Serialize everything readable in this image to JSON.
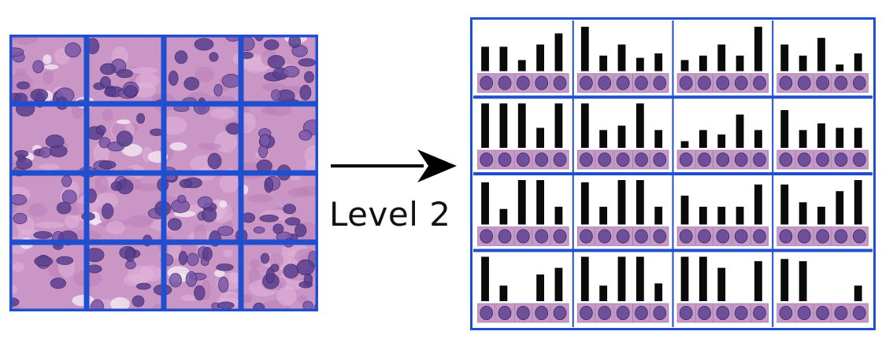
{
  "label": "Level 2",
  "colors": {
    "grid_blue": "#1f4fcf",
    "tissue_base": "#c996c6",
    "nucleus": "#5a3f8f",
    "bar": "#0a0a0a",
    "arrow": "#000000"
  },
  "tissue_grid": {
    "rows": 4,
    "cols": 4
  },
  "histograms": {
    "rows": 4,
    "cols": 4,
    "bins": 5,
    "cells": [
      [
        [
          0.55,
          0.55,
          0.25,
          0.6,
          0.85
        ],
        [
          1.0,
          0.35,
          0.6,
          0.3,
          0.4
        ],
        [
          0.25,
          0.35,
          0.6,
          0.35,
          1.0
        ],
        [
          0.6,
          0.35,
          0.75,
          0.15,
          0.4
        ]
      ],
      [
        [
          1.0,
          1.0,
          1.0,
          0.45,
          1.0
        ],
        [
          1.0,
          0.4,
          0.5,
          1.0,
          0.4
        ],
        [
          0.15,
          0.4,
          0.3,
          0.75,
          0.4
        ],
        [
          0.85,
          0.4,
          0.55,
          0.45,
          0.45
        ]
      ],
      [
        [
          0.95,
          0.35,
          1.0,
          1.0,
          0.4
        ],
        [
          0.95,
          0.4,
          1.0,
          1.0,
          0.4
        ],
        [
          0.65,
          0.4,
          0.4,
          0.4,
          0.9
        ],
        [
          0.9,
          0.5,
          0.4,
          0.75,
          1.0
        ]
      ],
      [
        [
          1.0,
          0.35,
          0.0,
          0.6,
          0.75
        ],
        [
          1.0,
          0.35,
          1.0,
          1.0,
          0.4
        ],
        [
          1.0,
          1.0,
          0.75,
          0.0,
          0.9
        ],
        [
          0.95,
          0.9,
          0.0,
          0.0,
          0.35
        ]
      ]
    ]
  }
}
